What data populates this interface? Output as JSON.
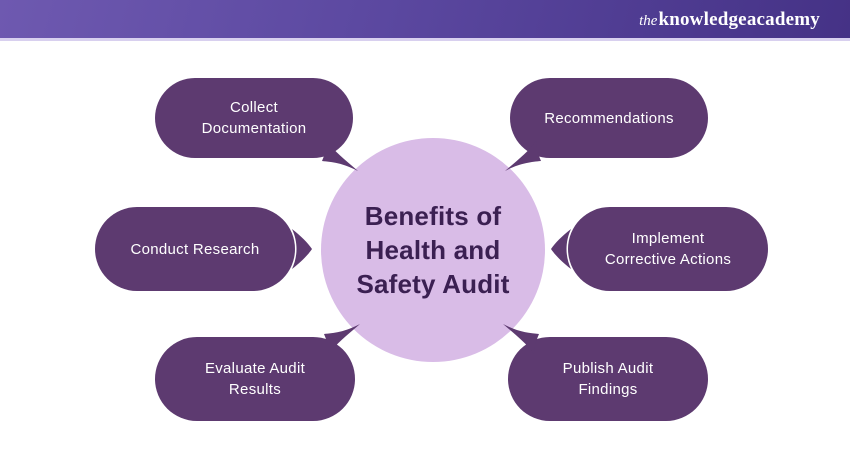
{
  "header": {
    "logo": {
      "the": "the",
      "knowledge": "knowledge",
      "academy": "academy"
    }
  },
  "diagram": {
    "center": {
      "title": "Benefits of Health and Safety Audit",
      "lines": [
        "Benefits of",
        "Health and",
        "Safety Audit"
      ]
    },
    "bubbles": [
      {
        "id": "collect-documentation",
        "label": "Collect Documentation",
        "lines": [
          "Collect",
          "Documentation"
        ],
        "tail": "bottom-right"
      },
      {
        "id": "recommendations",
        "label": "Recommendations",
        "lines": [
          "Recommendations"
        ],
        "tail": "bottom-left"
      },
      {
        "id": "conduct-research",
        "label": "Conduct Research",
        "lines": [
          "Conduct Research"
        ],
        "tail": "right"
      },
      {
        "id": "implement-corrective-actions",
        "label": "Implement Corrective Actions",
        "lines": [
          "Implement",
          "Corrective Actions"
        ],
        "tail": "left"
      },
      {
        "id": "evaluate-audit-results",
        "label": "Evaluate Audit Results",
        "lines": [
          "Evaluate Audit",
          "Results"
        ],
        "tail": "top-right"
      },
      {
        "id": "publish-audit-findings",
        "label": "Publish Audit Findings",
        "lines": [
          "Publish Audit",
          "Findings"
        ],
        "tail": "top-left"
      }
    ]
  },
  "colors": {
    "header_gradient_start": "#6e59b0",
    "header_gradient_end": "#453286",
    "header_underline": "#d8d0ef",
    "bubble": "#5d3a70",
    "bubble_text": "#ffffff",
    "circle": "#d9bce7",
    "circle_text": "#3b2052",
    "logo_text": "#ffffff"
  }
}
